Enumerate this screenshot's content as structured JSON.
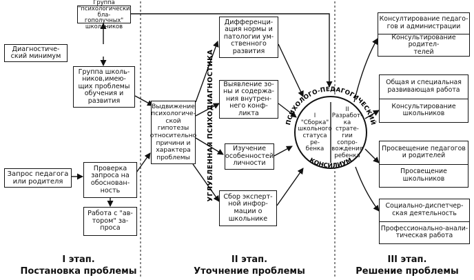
{
  "stage1": {
    "group_box": "Группа \"психологически бла-\nгополучных\"\nшкольников",
    "diagnostic_minimum": "Диагностиче-\nский минимум",
    "problem_group_box": "Группа школь-\nников,имею-\nщих проблемы\nобучения и\nразвития",
    "request_box": "Запрос педагога\nили родителя",
    "check_request_box": "Проверка\nзапроса на\nобоснован-\nность",
    "work_request_box": "Работа с \"ав-\nтором\" за-\nпроса",
    "hypothesis_box": "Выдвижение\nпсихологиче-\nской гипотезы\nотносительно\nпричини и\nхарактера\nпроблемы",
    "label_line1": "I этап.",
    "label_line2": "Постановка проблемы"
  },
  "stage2": {
    "vertical_label": "УГЛУБЛЕННАЯ ПСИХОДИАГНОСТИКА",
    "norm_box": "Дифференци-\nация нормы и\nпатологии ум-\nственного\nразвития",
    "conflict_box": "Выявление зо-\nны и содержа-\nния внутрен-\nнего конф-\nликта",
    "personality_box": "Изучение\nособенностей\nличности",
    "expert_box": "Сбор эксперт-\nной инфор-\nмации о\nшкольнике",
    "label_line1": "II этап.",
    "label_line2": "Уточнение проблемы"
  },
  "circle": {
    "arc_top": "ПСИХОЛОГО-ПЕДАГОГИЧЕСКИЙ",
    "arc_bottom": "КОНСИЛИУМ",
    "left_numeral": "I",
    "left_text": "\"Сборка\"\nшкольного\nстатуса ре-\nбенка",
    "right_numeral": "II",
    "right_text": "Разработ-\nка страте-\nгии сопро-\nвождения\nребенка"
  },
  "stage3": {
    "consult_group": [
      "Консултирование педаго-\nгов и администрации",
      "Консультирование родител-\nтелей"
    ],
    "develop_group": [
      "Общая и специальная\nразвивающая работа",
      "Консультирование\nшкольников"
    ],
    "enlight_group": [
      "Просвещение педагогов\nи родителей",
      "Просвещение\nшкольников"
    ],
    "social_group": [
      "Социально-диспетчер-\nская деятельность",
      "Профессионально-анали-\nтическая работа"
    ],
    "label_line1": "III этап.",
    "label_line2": "Решение проблемы"
  },
  "colors": {
    "ink": "#111111",
    "paper": "#ffffff"
  }
}
